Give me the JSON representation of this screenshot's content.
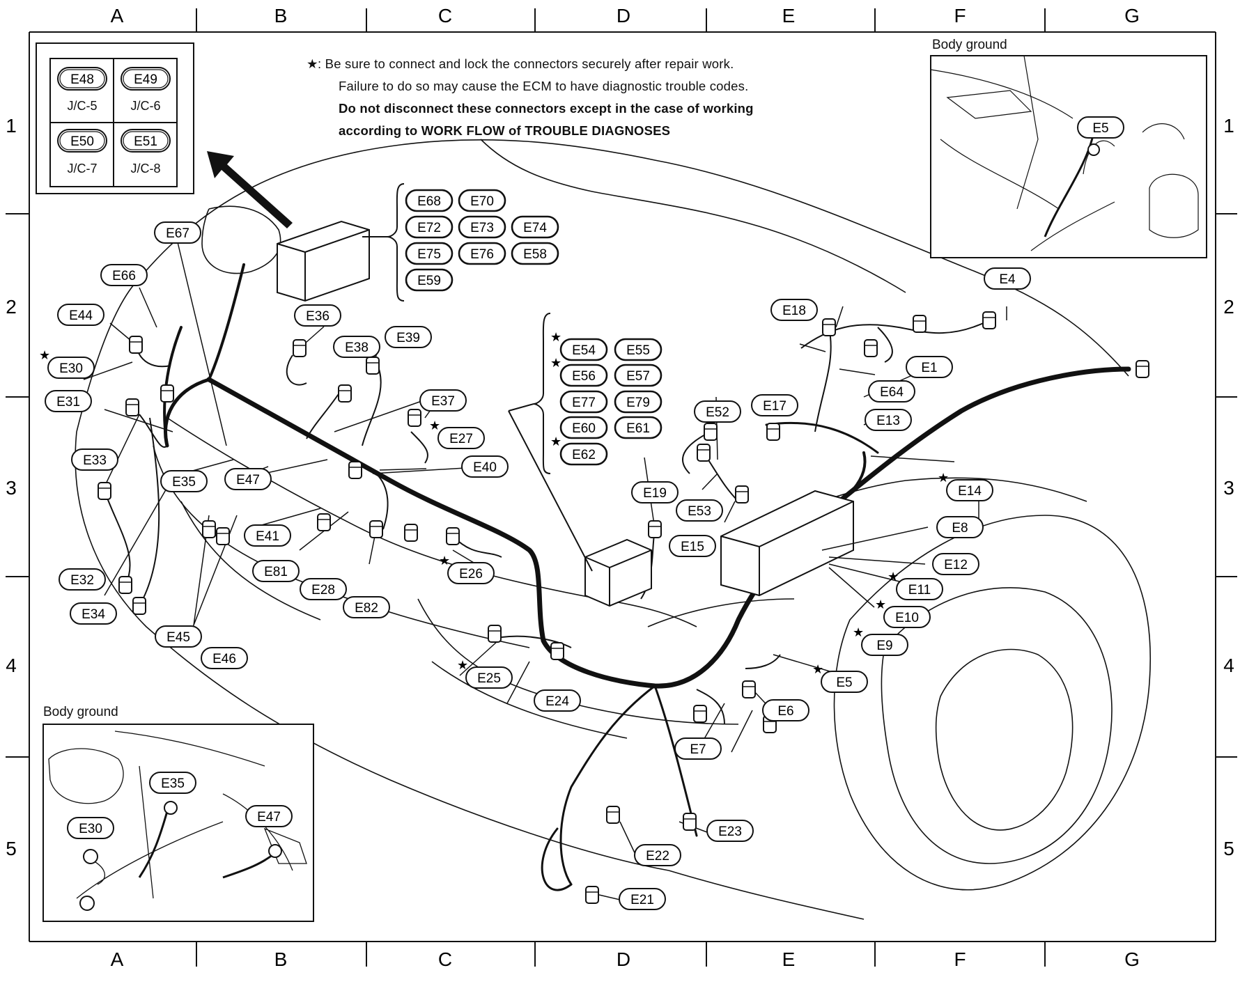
{
  "grid": {
    "columns": [
      "A",
      "B",
      "C",
      "D",
      "E",
      "F",
      "G"
    ],
    "rows": [
      "1",
      "2",
      "3",
      "4",
      "5"
    ]
  },
  "note": {
    "star": "★",
    "line1": ": Be sure to connect and lock the connectors securely after repair work.",
    "line2": "Failure to do so may cause the ECM to have diagnostic trouble codes.",
    "line3": "Do not disconnect these connectors except in the case of working",
    "line4": "according to WORK FLOW of TROUBLE DIAGNOSES"
  },
  "junction_box": {
    "cells": [
      {
        "connector": "E48",
        "label": "J/C-5"
      },
      {
        "connector": "E49",
        "label": "J/C-6"
      },
      {
        "connector": "E50",
        "label": "J/C-7"
      },
      {
        "connector": "E51",
        "label": "J/C-8"
      }
    ]
  },
  "inset_top_right": {
    "title": "Body ground",
    "connector": "E5"
  },
  "inset_bottom_left": {
    "title": "Body ground",
    "connectors": [
      "E35",
      "E30",
      "E47"
    ]
  },
  "connector_groups": {
    "group1": [
      [
        "E68",
        "E70"
      ],
      [
        "E72",
        "E73",
        "E74"
      ],
      [
        "E75",
        "E76",
        "E58"
      ],
      [
        "E59"
      ]
    ],
    "group2": [
      [
        "E54",
        "E55"
      ],
      [
        "E56",
        "E57"
      ],
      [
        "E77",
        "E79"
      ],
      [
        "E60",
        "E61"
      ],
      [
        "E62"
      ]
    ]
  },
  "callouts": [
    "E67",
    "E66",
    "E44",
    "E30",
    "E31",
    "E33",
    "E35",
    "E47",
    "E36",
    "E38",
    "E39",
    "E37",
    "E27",
    "E40",
    "E41",
    "E81",
    "E28",
    "E82",
    "E26",
    "E32",
    "E34",
    "E45",
    "E46",
    "E25",
    "E24",
    "E19",
    "E52",
    "E53",
    "E17",
    "E15",
    "E18",
    "E1",
    "E64",
    "E13",
    "E14",
    "E4",
    "E8",
    "E12",
    "E11",
    "E10",
    "E9",
    "E5",
    "E6",
    "E7",
    "E23",
    "E22",
    "E21"
  ]
}
